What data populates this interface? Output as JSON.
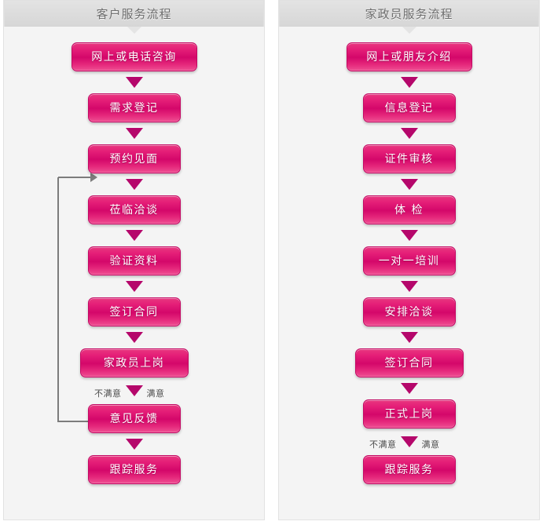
{
  "panels": [
    {
      "id": "customer-service-flow",
      "title": "客户服务流程",
      "nodes": [
        {
          "label": "网上或电话咨询",
          "size": "lg"
        },
        {
          "label": "需求登记",
          "size": "sm"
        },
        {
          "label": "预约见面",
          "size": "sm"
        },
        {
          "label": "莅临洽谈",
          "size": "sm"
        },
        {
          "label": "验证资料",
          "size": "sm"
        },
        {
          "label": "签订合同",
          "size": "sm"
        },
        {
          "label": "家政员上岗",
          "size": "md"
        },
        {
          "label": "意见反馈",
          "size": "sm"
        },
        {
          "label": "跟踪服务",
          "size": "sm"
        }
      ],
      "decision": {
        "after_node": "家政员上岗",
        "negative_label": "不满意",
        "positive_label": "满意",
        "loop_target": "预约见面"
      }
    },
    {
      "id": "housekeeper-service-flow",
      "title": "家政员服务流程",
      "nodes": [
        {
          "label": "网上或朋友介绍",
          "size": "lg"
        },
        {
          "label": "信息登记",
          "size": "sm"
        },
        {
          "label": "证件审核",
          "size": "sm"
        },
        {
          "label": "体  检",
          "size": "sm"
        },
        {
          "label": "一对一培训",
          "size": "sm"
        },
        {
          "label": "安排洽谈",
          "size": "sm"
        },
        {
          "label": "签订合同",
          "size": "md"
        },
        {
          "label": "正式上岗",
          "size": "sm"
        },
        {
          "label": "跟踪服务",
          "size": "sm"
        }
      ],
      "decision": {
        "after_node": "正式上岗",
        "negative_label": "不满意",
        "positive_label": "满意",
        "loop_target": "安排洽谈"
      }
    }
  ],
  "colors": {
    "node_fill_light": "#e8377f",
    "node_fill_dark": "#d4076a",
    "node_border": "#c30763",
    "arrow": "#b5076b",
    "loop_line": "#7c7c7c",
    "panel_bg": "#f4f4f4",
    "header_bg": "#dcdcdc",
    "header_text": "#6d6d6d",
    "label_text": "#4d4d4d"
  }
}
